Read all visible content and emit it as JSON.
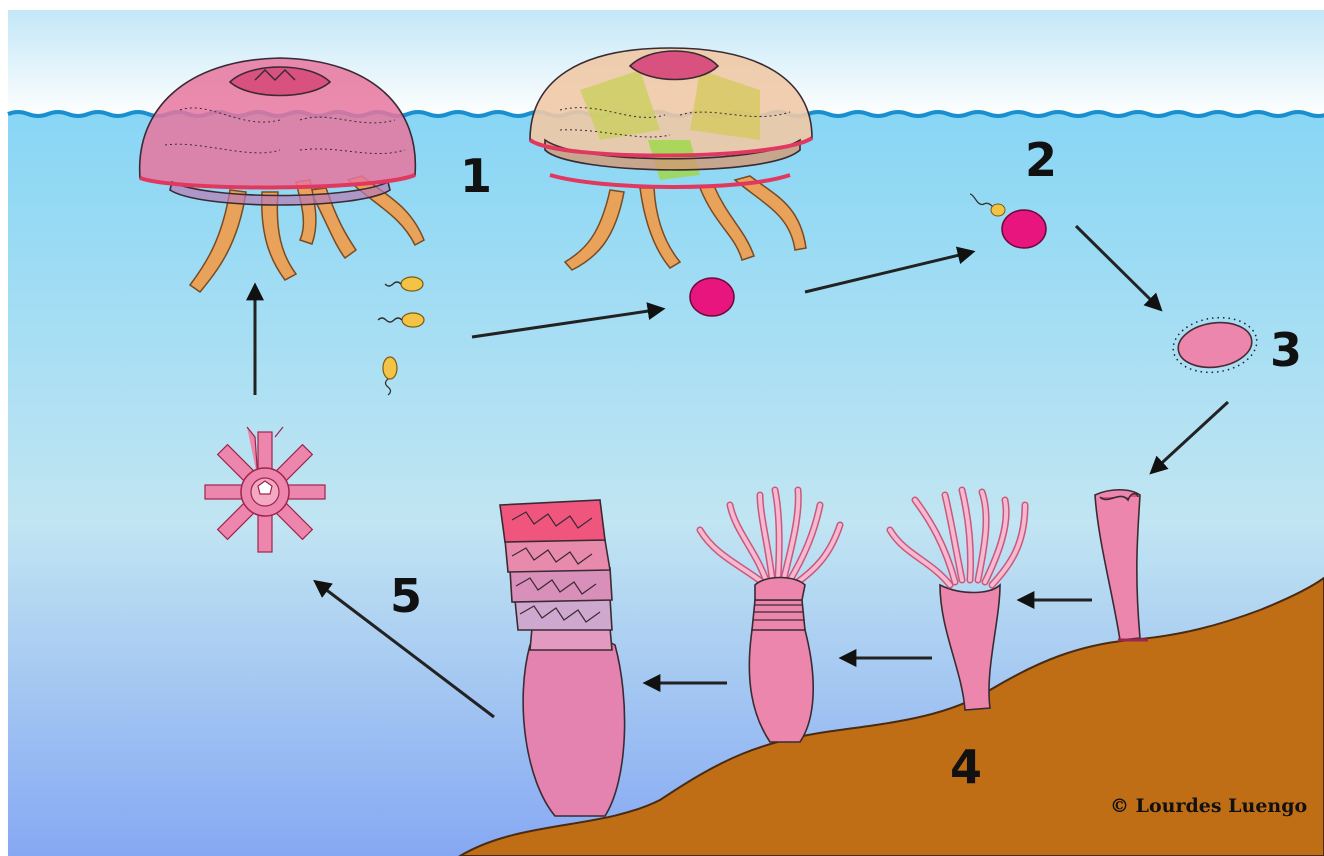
{
  "steps": {
    "s1": "1",
    "s2": "2",
    "s3": "3",
    "s4": "4",
    "s5": "5"
  },
  "credit": "© Lourdes Luengo",
  "colors": {
    "sky_top": "#c3e7f7",
    "sky_bottom": "#ffffff",
    "water_top": "#88d6f5",
    "water_mid": "#bfe4f2",
    "water_bottom": "#86a8f3",
    "surface_line": "#1a8fd0",
    "seabed": "#c06e16",
    "polyp_pink": "#ec86ac",
    "egg_magenta": "#e8157e",
    "tentacle_orange": "#e9a25a",
    "sperm_yellow": "#f2c345"
  },
  "icons": {
    "medusa_male": "jellyfish-icon",
    "medusa_female": "jellyfish-icon",
    "sperm": "sperm-icon",
    "egg": "egg-icon",
    "planula": "planula-larva-icon",
    "polyp": "polyp-icon",
    "strobila": "strobila-icon",
    "ephyra": "ephyra-icon"
  }
}
